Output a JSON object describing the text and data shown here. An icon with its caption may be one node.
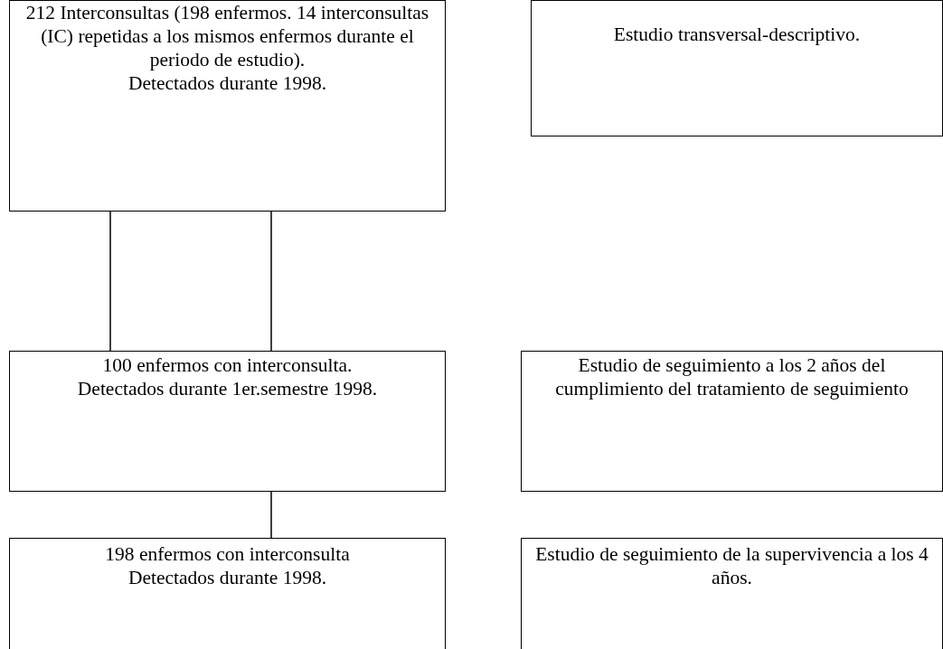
{
  "diagram": {
    "nodes": [
      {
        "text": [
          "212 Interconsultas (198 enfermos. 14 interconsultas (IC) repetidas a los mismos enfermos durante el periodo de estudio).",
          "Detectados durante 1998."
        ]
      },
      {
        "text": [
          "Estudio transversal-descriptivo."
        ]
      },
      {
        "text": [
          "100 enfermos con interconsulta.",
          "Detectados durante 1er.semestre 1998."
        ]
      },
      {
        "text": [
          "Estudio de seguimiento a los 2 años del cumplimiento del tratamiento de seguimiento"
        ]
      },
      {
        "text": [
          "198 enfermos con interconsulta",
          "Detectados durante 1998."
        ]
      },
      {
        "text": [
          "Estudio de seguimiento de la supervivencia a los 4 años."
        ]
      }
    ],
    "edges": [
      {
        "from": 0,
        "to": 2,
        "arrow": "none"
      },
      {
        "from": 0,
        "to": 2,
        "arrow": "none"
      },
      {
        "from": 2,
        "to": 4,
        "arrow": "none"
      }
    ]
  }
}
